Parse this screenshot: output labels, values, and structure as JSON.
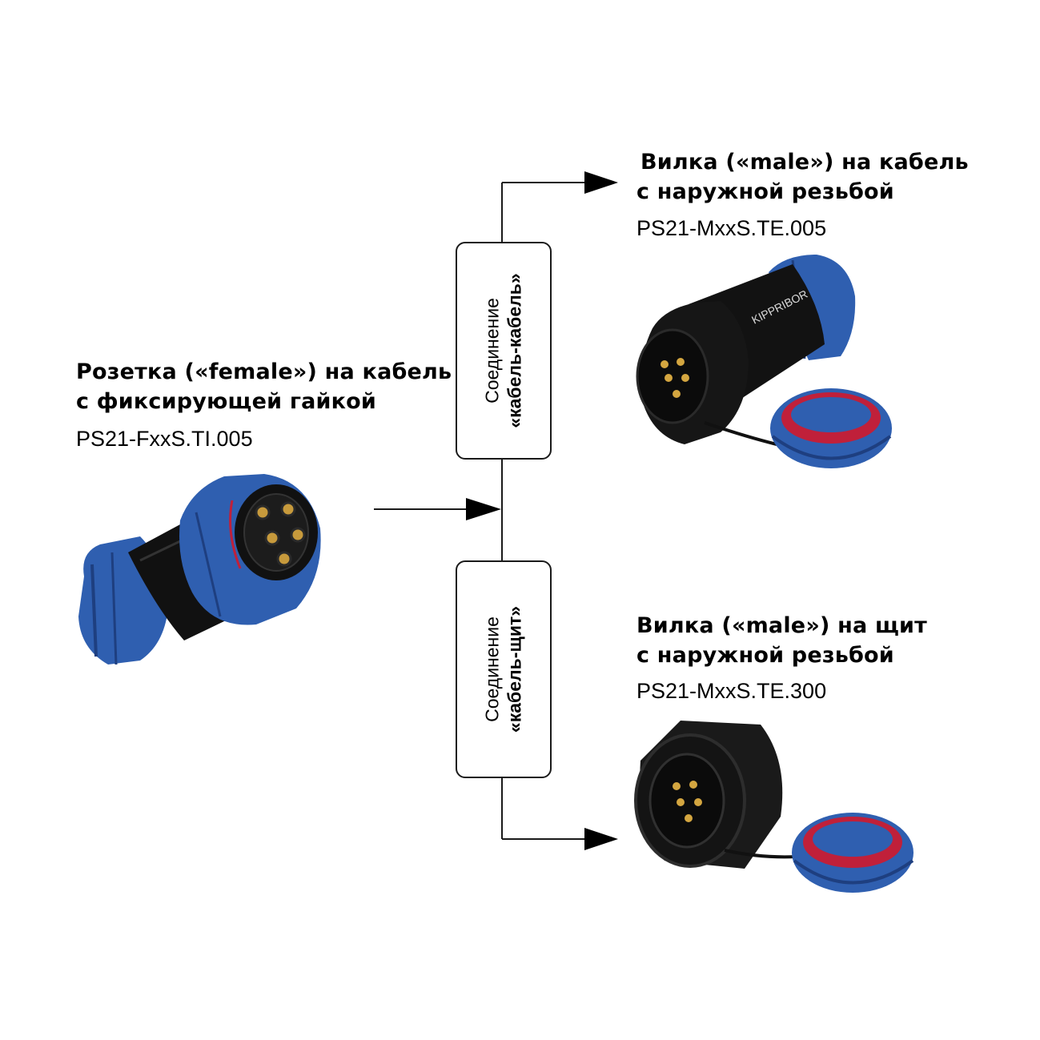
{
  "products": {
    "female_cable": {
      "title_line1": "Розетка («female») на кабель",
      "title_line2": "с фиксирующей гайкой",
      "code": "PS21-FxxS.TI.005"
    },
    "male_cable": {
      "title_line1": "Вилка («male») на кабель",
      "title_line2": "с наружной резьбой",
      "code": "PS21-MxxS.TE.005",
      "body_print": "KIPPRIBOR"
    },
    "male_panel": {
      "title_line1": "Вилка («male») на щит",
      "title_line2": "с наружной резьбой",
      "code": "PS21-MxxS.TE.300"
    }
  },
  "connections": {
    "cable_cable": {
      "line1": "Соединение",
      "line2": "«кабель-кабель»"
    },
    "cable_panel": {
      "line1": "Соединение",
      "line2": "«кабель-щит»"
    }
  },
  "colors": {
    "connector_blue": "#2f5fb0",
    "connector_black": "#111111",
    "seal_red": "#c0203a",
    "pin_gold": "#d4a640",
    "line": "#1a1a1a"
  }
}
